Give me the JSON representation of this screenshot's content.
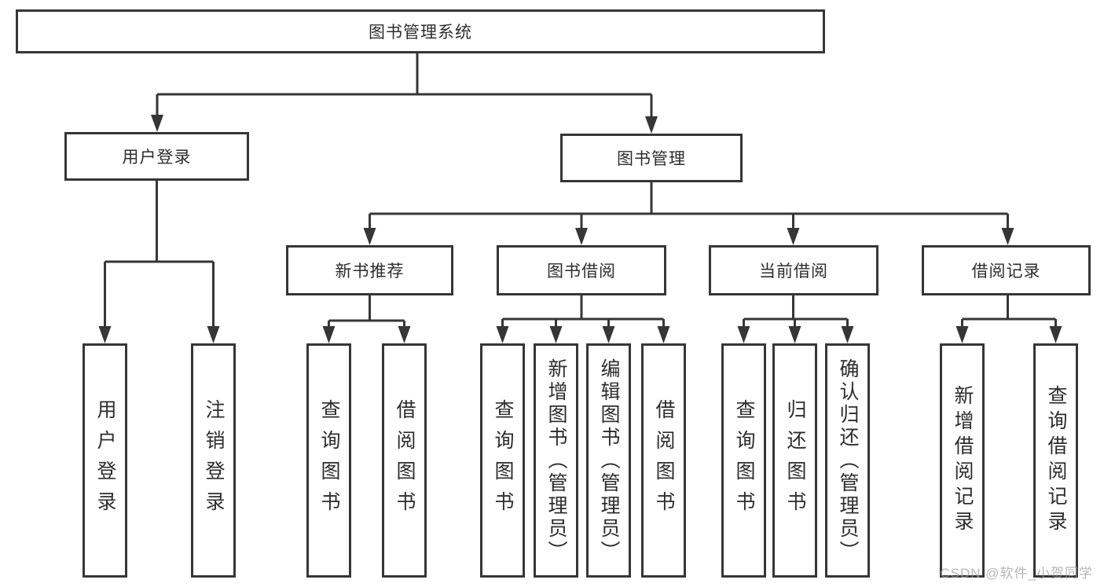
{
  "style": {
    "line_color": "#363636",
    "box_border_color": "#363636",
    "text_color": "#2d2d2d",
    "watermark_color": "#9e9e9e",
    "background": "#ffffff"
  },
  "tree": {
    "label": "图书管理系统",
    "children": [
      {
        "label": "用户登录",
        "children": [
          {
            "label": "用户登录"
          },
          {
            "label": "注销登录"
          }
        ]
      },
      {
        "label": "图书管理",
        "children": [
          {
            "label": "新书推荐",
            "children": [
              {
                "label": "查询图书"
              },
              {
                "label": "借阅图书"
              }
            ]
          },
          {
            "label": "图书借阅",
            "children": [
              {
                "label": "查询图书"
              },
              {
                "label": "新增图书（管理员）"
              },
              {
                "label": "编辑图书（管理员）"
              },
              {
                "label": "借阅图书"
              }
            ]
          },
          {
            "label": "当前借阅",
            "children": [
              {
                "label": "查询图书"
              },
              {
                "label": "归还图书"
              },
              {
                "label": "确认归还（管理员）"
              }
            ]
          },
          {
            "label": "借阅记录",
            "children": [
              {
                "label": "新增借阅记录"
              },
              {
                "label": "查询借阅记录"
              }
            ]
          }
        ]
      }
    ]
  },
  "watermark": {
    "text": "CSDN @软件_小贺同学"
  }
}
